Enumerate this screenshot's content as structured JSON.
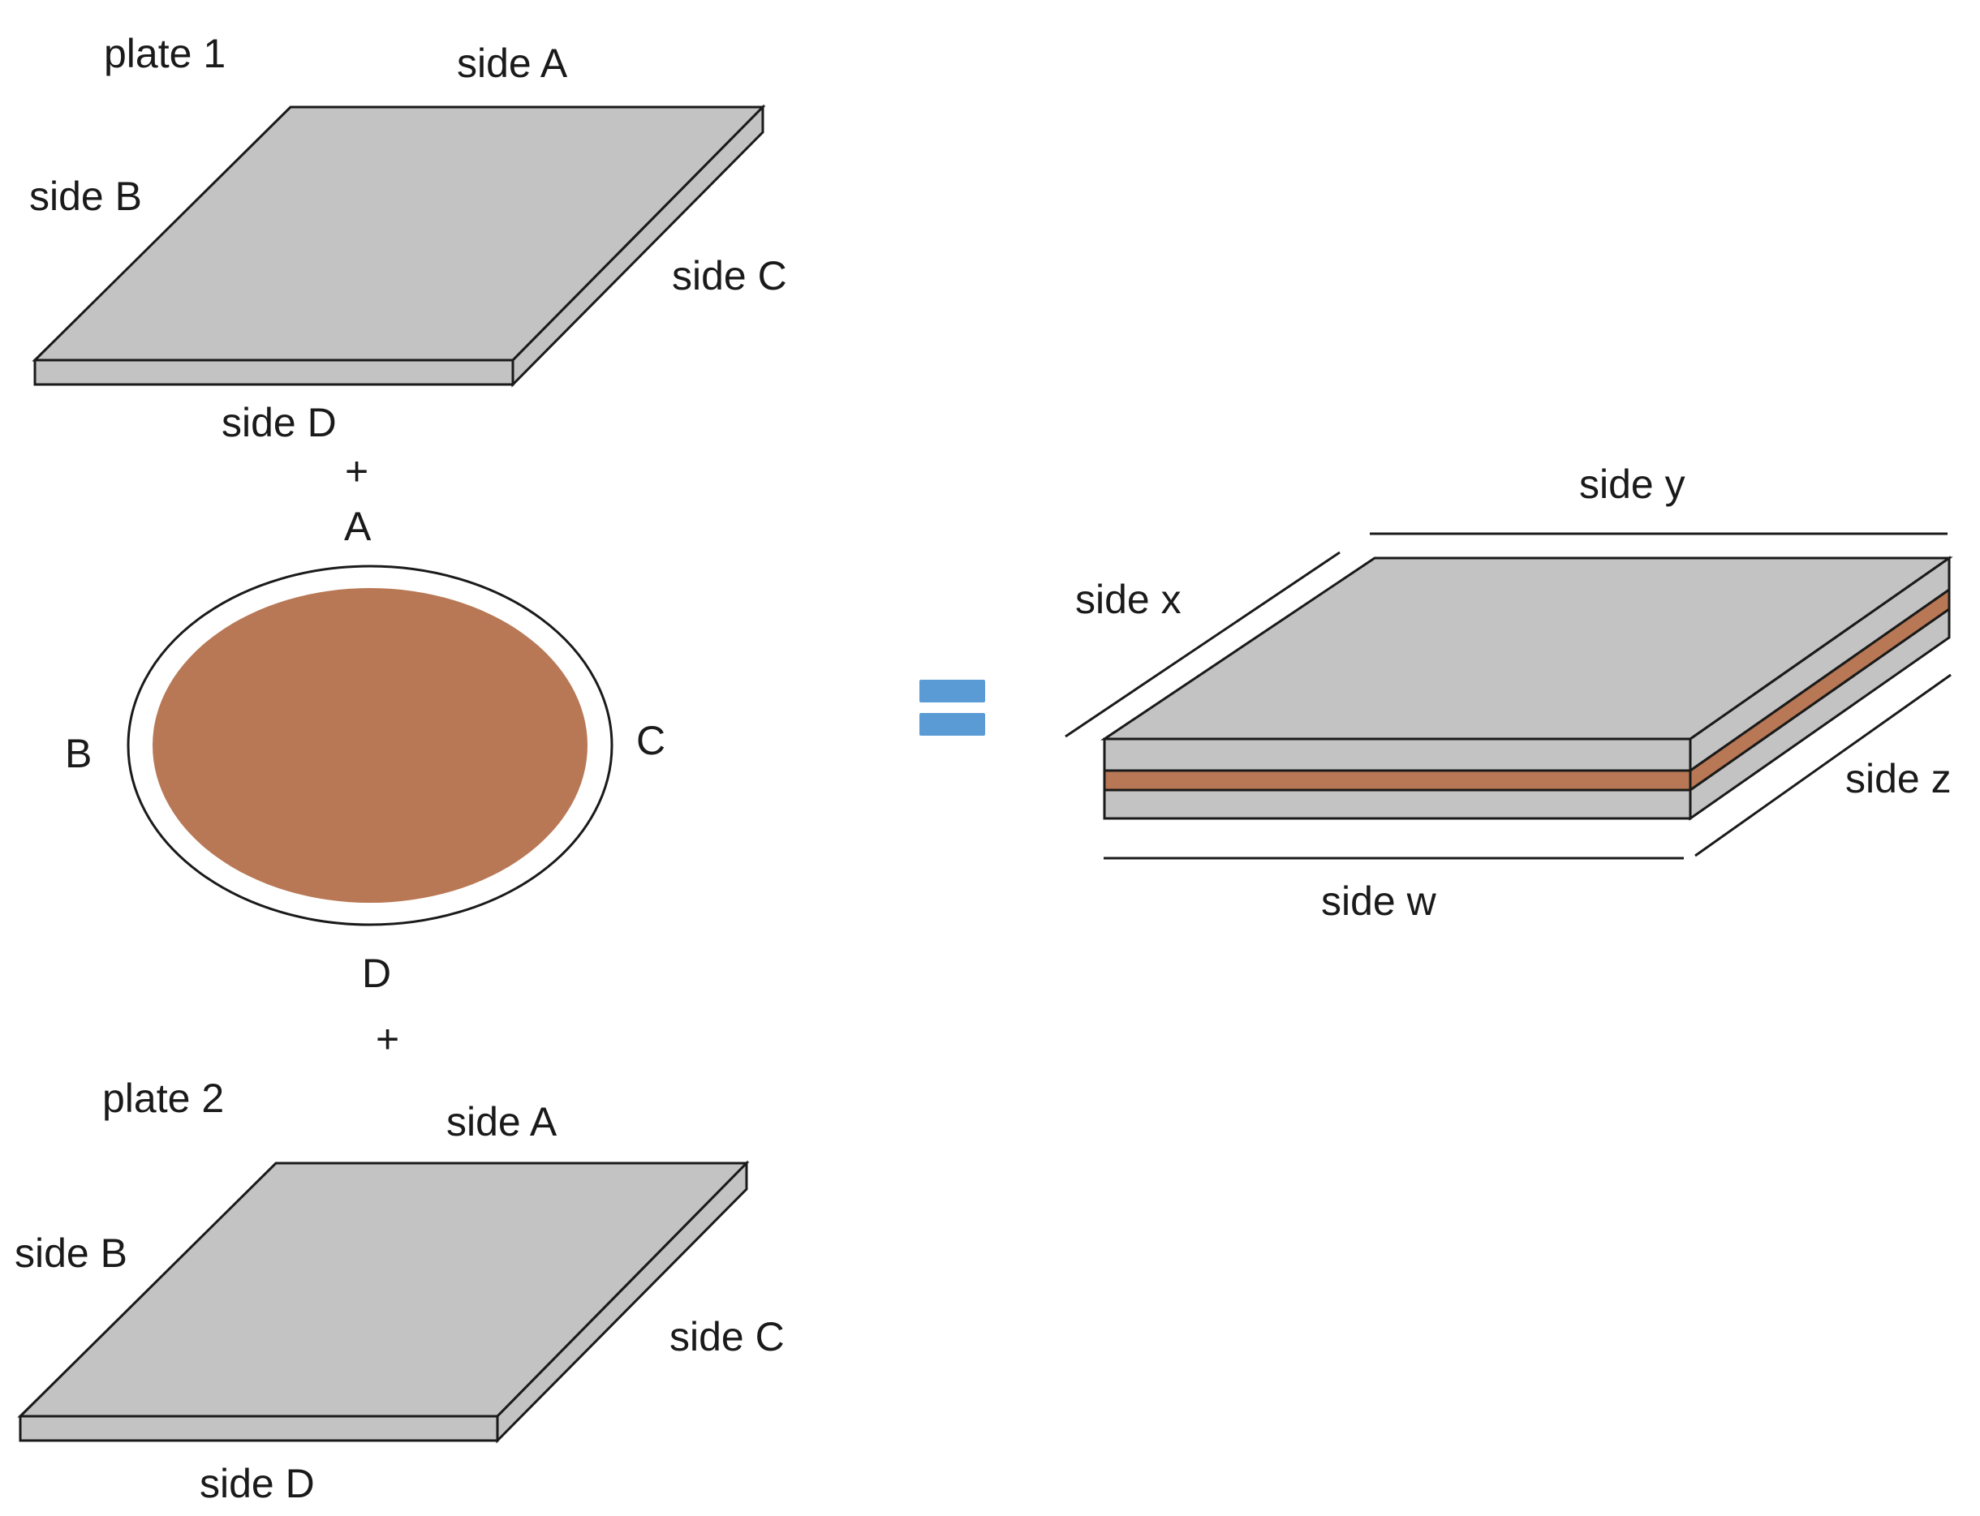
{
  "plate1": {
    "title": "plate 1",
    "side_a": "side A",
    "side_b": "side B",
    "side_c": "side C",
    "side_d": "side D"
  },
  "plus_top": "+",
  "disc": {
    "label_a": "A",
    "label_b": "B",
    "label_c": "C",
    "label_d": "D",
    "fill_color": "#b87855"
  },
  "plus_bottom": "+",
  "plate2": {
    "title": "plate 2",
    "side_a": "side A",
    "side_b": "side B",
    "side_c": "side C",
    "side_d": "side D"
  },
  "equals_color": "#5b9bd5",
  "stack": {
    "side_x": "side x",
    "side_y": "side y",
    "side_z": "side z",
    "side_w": "side w"
  },
  "colors": {
    "plate": "#c3c3c3",
    "copper": "#b87855",
    "outline": "#1a1a1a"
  }
}
